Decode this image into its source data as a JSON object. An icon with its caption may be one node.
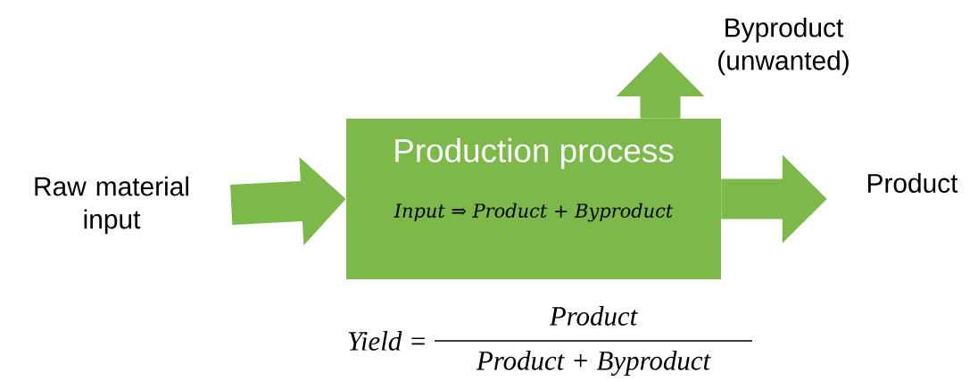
{
  "diagram": {
    "nodes": [
      {
        "text": [
          "Raw material input"
        ]
      },
      {
        "text": [
          "Production process",
          "Input ⇒ Product + Byproduct"
        ]
      },
      {
        "text": [
          "Byproduct (unwanted)"
        ]
      },
      {
        "text": [
          "Product"
        ]
      }
    ],
    "edges": [
      {
        "from": 0,
        "to": 1,
        "arrow": "to"
      },
      {
        "from": 1,
        "to": 3,
        "arrow": "to"
      },
      {
        "from": 1,
        "to": 2,
        "arrow": "to"
      }
    ],
    "labels": [
      "Yield =",
      "Product",
      "Product + Byproduct"
    ]
  }
}
